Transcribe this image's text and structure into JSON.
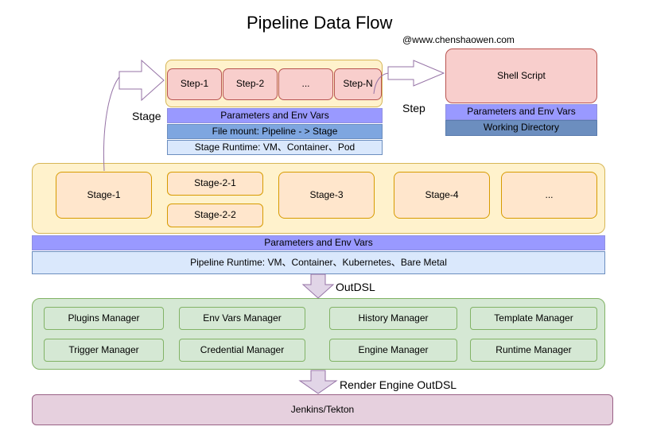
{
  "header": {
    "title": "Pipeline Data Flow",
    "credit": "@www.chenshaowen.com"
  },
  "stage_detail": {
    "steps": [
      "Step-1",
      "Step-2",
      "...",
      "Step-N"
    ],
    "label": "Stage",
    "params": "Parameters and Env Vars",
    "file_mount": "File mount: Pipeline - > Stage",
    "runtime": "Stage Runtime: VM、Container、Pod"
  },
  "step_detail": {
    "script": "Shell Script",
    "label": "Step",
    "params": "Parameters and Env Vars",
    "workdir": "Working Directory"
  },
  "pipeline": {
    "stages": {
      "stage1": "Stage-1",
      "stage21": "Stage-2-1",
      "stage22": "Stage-2-2",
      "stage3": "Stage-3",
      "stage4": "Stage-4",
      "more": "..."
    },
    "params": "Parameters and Env Vars",
    "runtime": "Pipeline Runtime: VM、Container、Kubernetes、Bare Metal"
  },
  "outdsl_label": "OutDSL",
  "managers": [
    "Plugins Manager",
    "Env Vars Manager",
    "History Manager",
    "Template Manager",
    "Trigger Manager",
    "Credential Manager",
    "Engine Manager",
    "Runtime Manager"
  ],
  "render_label": "Render Engine OutDSL",
  "engine": "Jenkins/Tekton",
  "colors": {
    "stage_fill": "#ffe6cc",
    "panel_fill": "#fff2cc",
    "step_fill": "#f8cecc",
    "params_fill": "#9999ff",
    "runtime_fill": "#dae8fc",
    "manager_fill": "#d5e8d4",
    "engine_fill": "#e6d0de",
    "arrow_fill": "#e1d5e7"
  }
}
